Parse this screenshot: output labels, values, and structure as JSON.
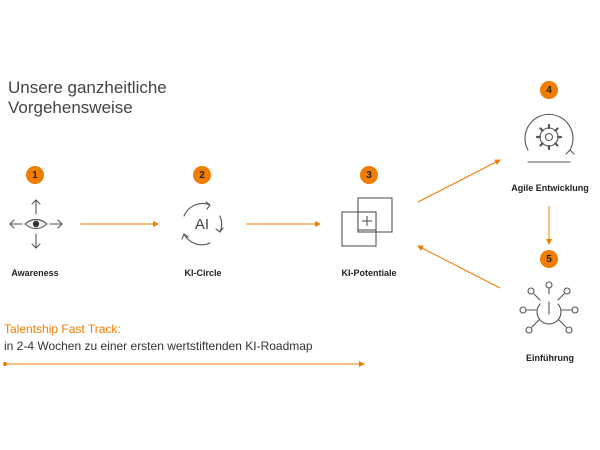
{
  "title_lines": [
    "Unsere ganzheitliche",
    "Vorgehensweise"
  ],
  "steps": [
    {
      "number": "1",
      "label": "Awareness",
      "icon": "eye-arrows-icon"
    },
    {
      "number": "2",
      "label": "KI-Circle",
      "icon": "ai-cycle-icon",
      "icon_text": "AI"
    },
    {
      "number": "3",
      "label": "KI-Potentiale",
      "icon": "stacked-squares-plus-icon"
    },
    {
      "number": "4",
      "label": "Agile Entwicklung",
      "icon": "gear-cycle-icon"
    },
    {
      "number": "5",
      "label": "Einführung",
      "icon": "network-icon"
    }
  ],
  "fast_track": {
    "title": "Talentship Fast Track:",
    "subtitle": "in 2-4 Wochen zu einer ersten wertstiftenden KI-Roadmap"
  },
  "colors": {
    "accent": "#ef7d00",
    "text": "#333333",
    "icon_stroke": "#555555"
  }
}
